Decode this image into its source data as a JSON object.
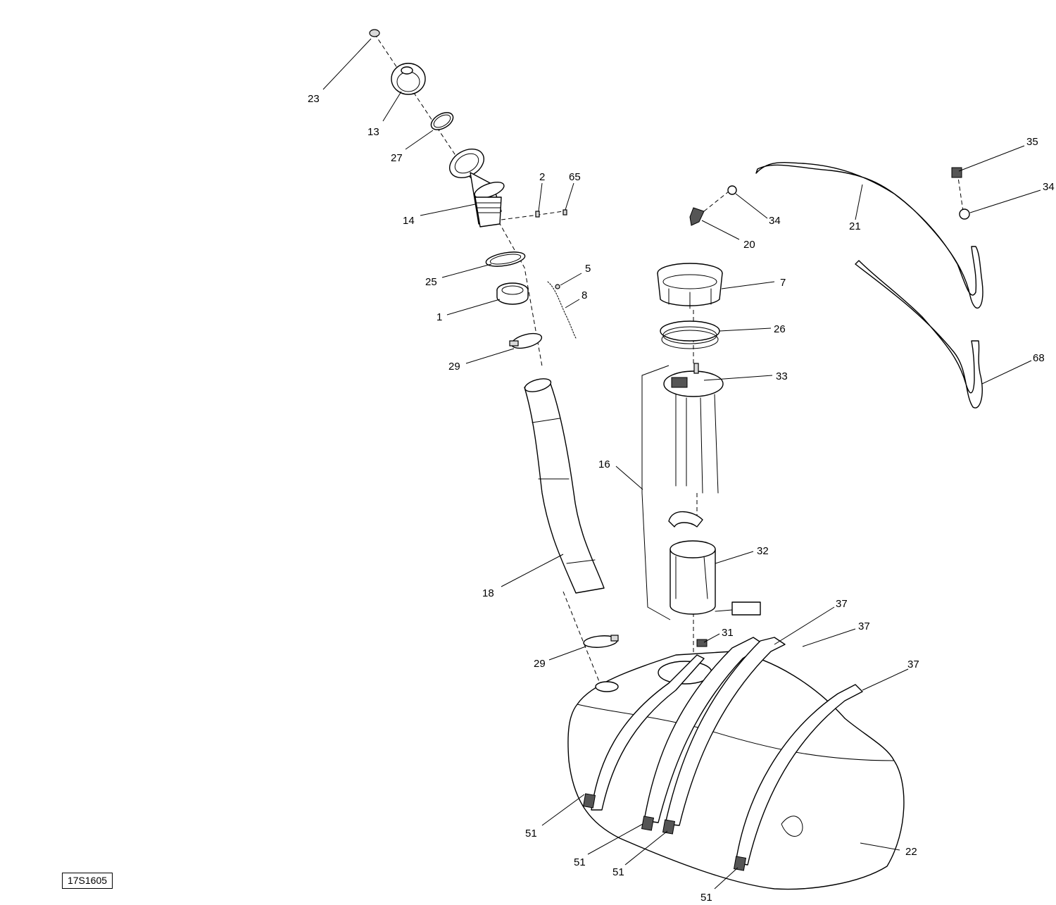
{
  "callouts": {
    "c23": "23",
    "c13": "13",
    "c27": "27",
    "c14": "14",
    "c2": "2",
    "c65": "65",
    "c25": "25",
    "c1": "1",
    "c5": "5",
    "c8": "8",
    "c29a": "29",
    "c18": "18",
    "c29b": "29",
    "c7": "7",
    "c26": "26",
    "c33": "33",
    "c16": "16",
    "c32": "32",
    "c31": "31",
    "c37a": "37",
    "c37b": "37",
    "c37c": "37",
    "c35": "35",
    "c34a": "34",
    "c34b": "34",
    "c20": "20",
    "c21": "21",
    "c68": "68",
    "c51a": "51",
    "c51b": "51",
    "c51c": "51",
    "c51d": "51",
    "c22": "22"
  },
  "reference_code": "17S1605"
}
